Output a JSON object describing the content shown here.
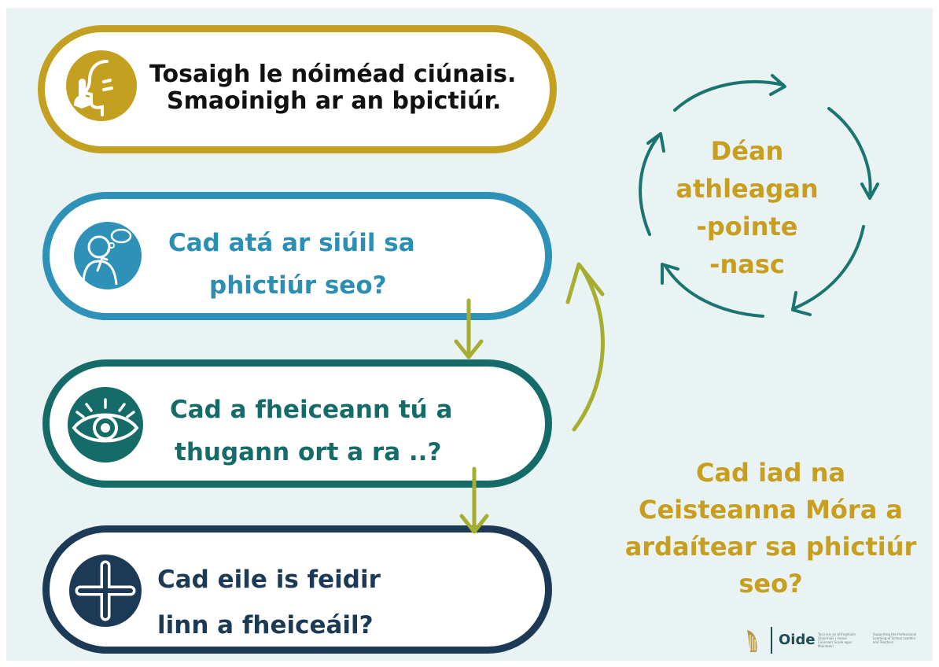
{
  "steps": [
    {
      "line1": "Tosaigh le nóiméad ciúnais.",
      "line2": "Smaoinigh ar an bpictiúr.",
      "icon": "quiet-finger-on-lips-icon",
      "color": "#c4a021"
    },
    {
      "line1": "Cad atá ar siúil sa",
      "line2": "phictiúr seo?",
      "icon": "thinking-person-icon",
      "color": "#2e91b7"
    },
    {
      "line1": "Cad a fheiceann tú a",
      "line2": "thugann ort a ra ..?",
      "icon": "eye-icon",
      "color": "#156b68"
    },
    {
      "line1": "Cad eile is feidir",
      "line2": "linn a fheiceáil?",
      "icon": "plus-icon",
      "color": "#1c3a56"
    }
  ],
  "cycle": {
    "line1": "Déan",
    "line2": "athleagan",
    "line3": "-pointe",
    "line4": "-nasc"
  },
  "big_question": {
    "line1": "Cad iad na",
    "line2": "Ceisteanna Móra a",
    "line3": "ardaítear sa phictiúr",
    "line4": "seo?"
  },
  "logo": {
    "name": "Oide",
    "tagline_ga": "Tacú leis an bhFoghlaim Ghairmiúil i measc Ceannairí Scoile agus Múinteoirí",
    "tagline_en": "Supporting the Professional Learning of School Leaders and Teachers"
  },
  "colors": {
    "gold": "#c4a021",
    "blue": "#2e91b7",
    "teal": "#156b68",
    "navy": "#1c3a56",
    "arrow_green": "#a6ad2f",
    "background": "#e9f3f4"
  }
}
